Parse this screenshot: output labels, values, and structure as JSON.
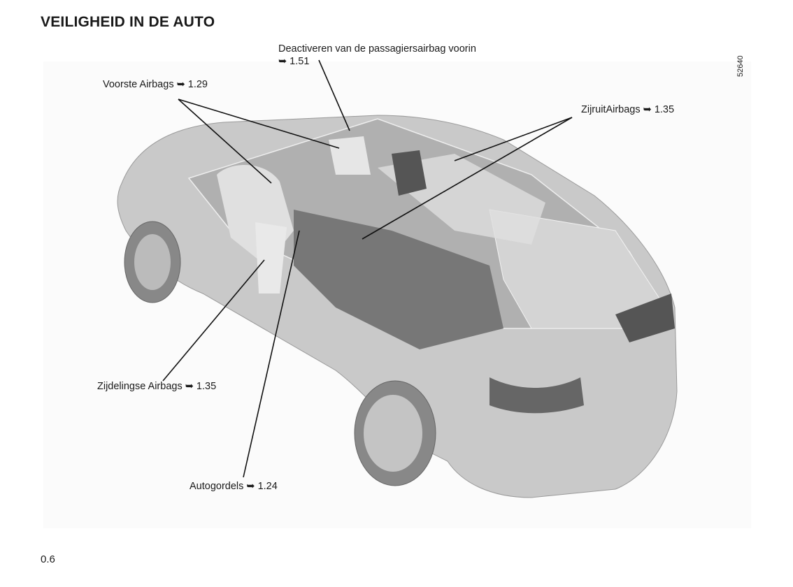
{
  "page": {
    "title": "VEILIGHEID IN DE AUTO",
    "page_number": "0.6",
    "figure_ref": "52640"
  },
  "labels": {
    "deactivate_line1": "Deactiveren  van  de  passagiersairbag  voorin",
    "deactivate_line2": "➥ 1.51",
    "front_airbags": "Voorste Airbags ➥ 1.29",
    "curtain_airbags": "ZijruitAirbags ➥ 1.35",
    "side_airbags": "Zijdelingse Airbags ➥ 1.35",
    "seatbelts": "Autogordels ➥ 1.24"
  }
}
